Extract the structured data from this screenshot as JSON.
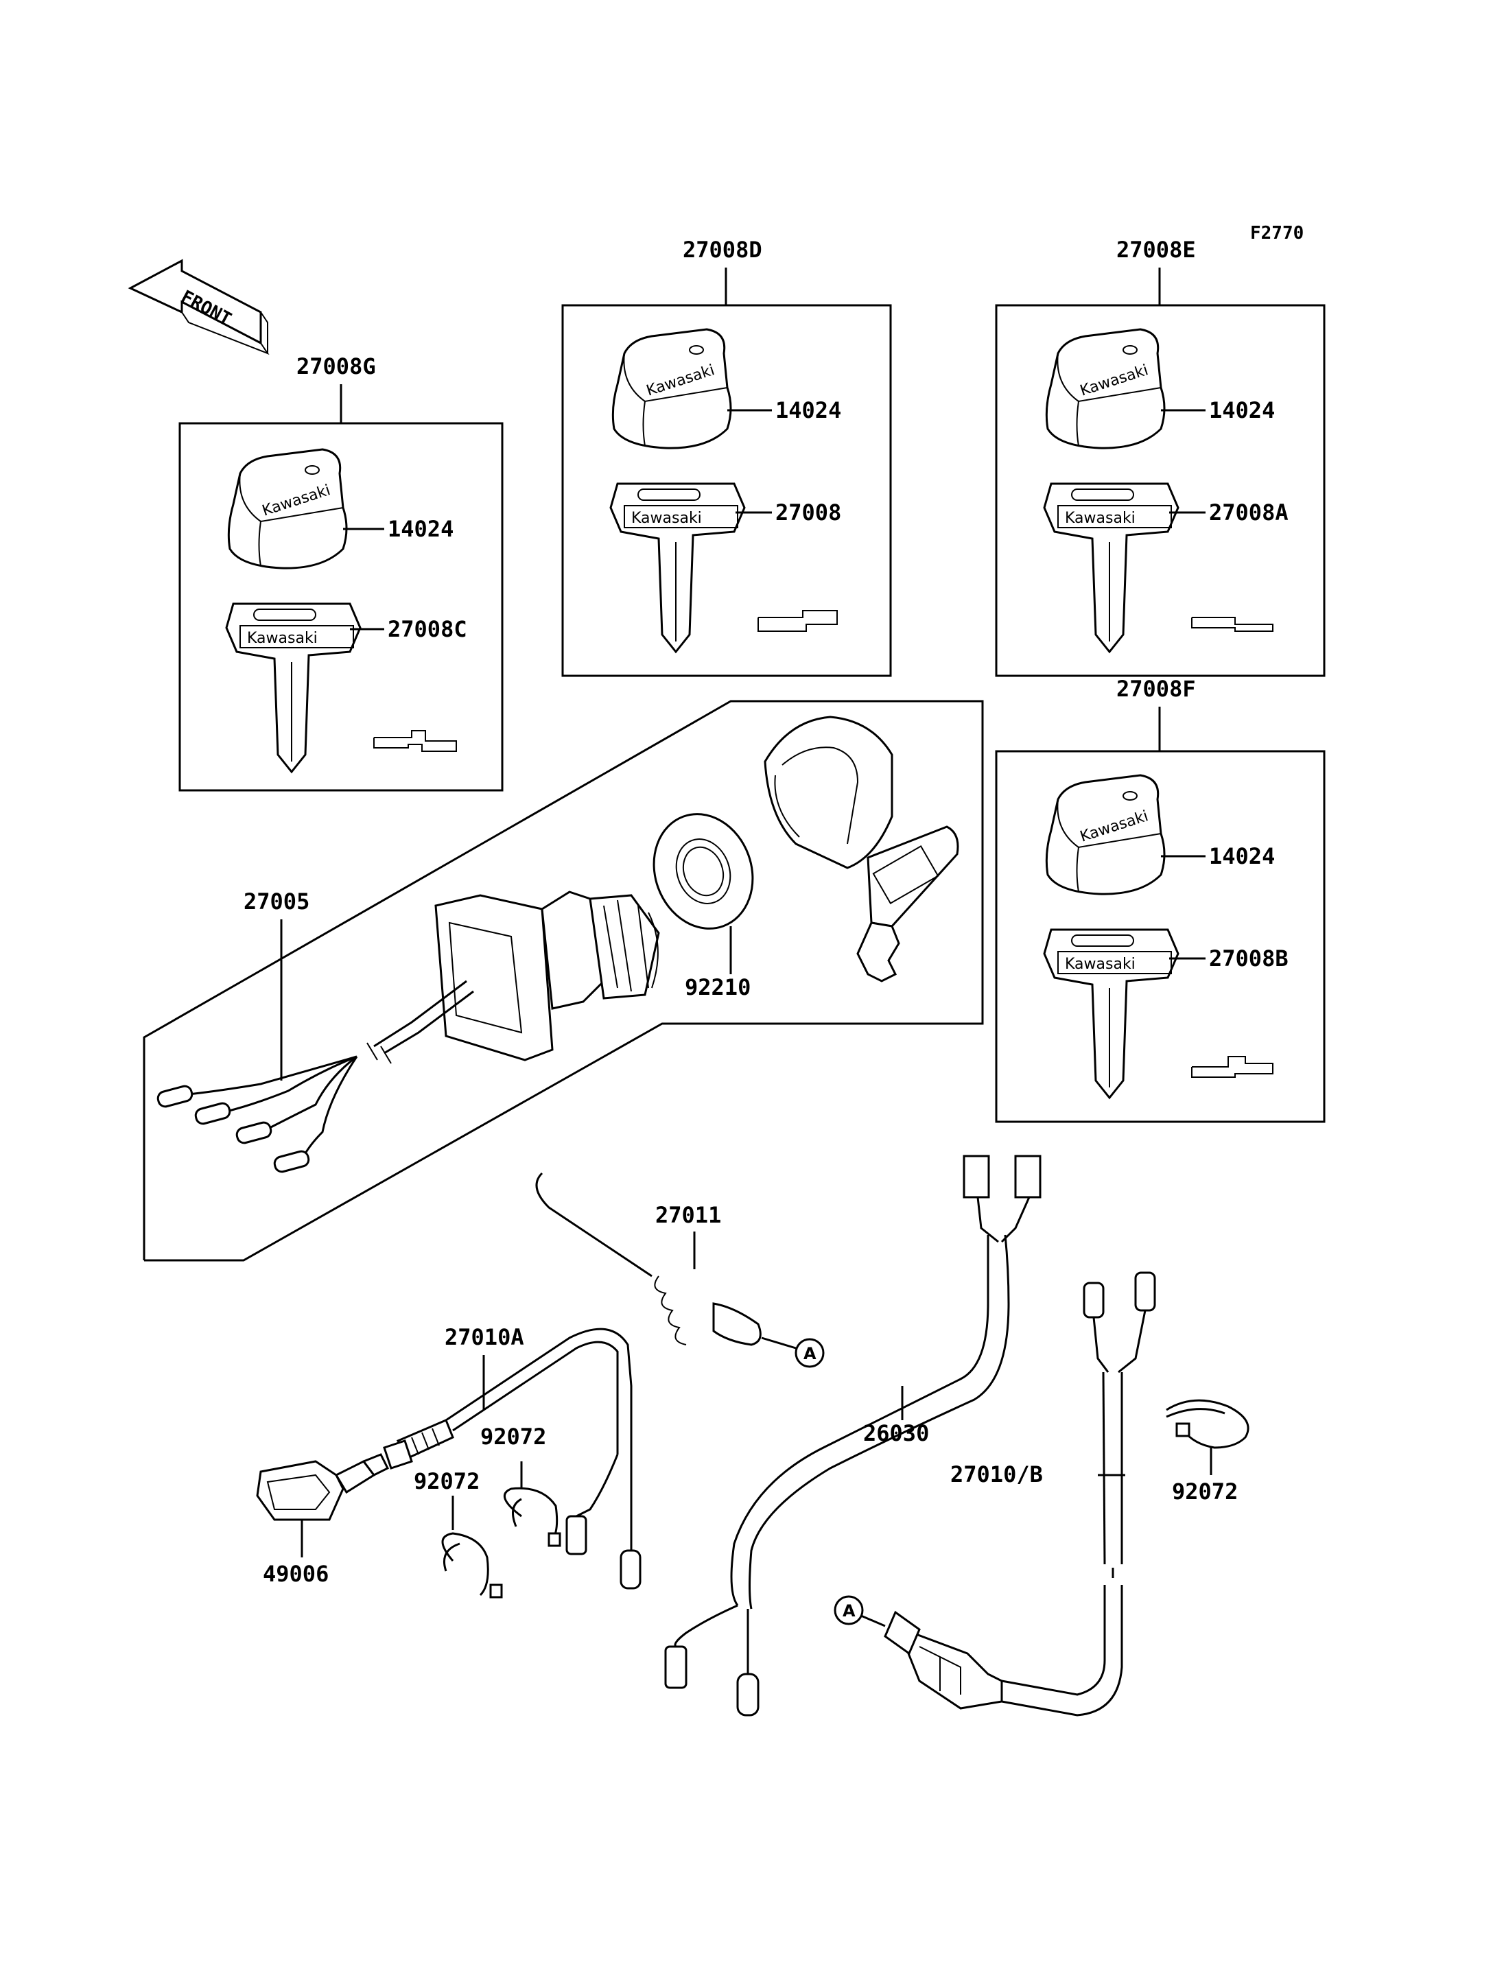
{
  "figure_code": "F2770",
  "front_arrow": "FRONT",
  "brand_text": "Kawasaki",
  "callout_letter": "A",
  "labels": {
    "k27008G": "27008G",
    "k27008D": "27008D",
    "k27008E": "27008E",
    "k27008F": "27008F",
    "k14024": "14024",
    "k27008": "27008",
    "k27008A": "27008A",
    "k27008B": "27008B",
    "k27008C": "27008C",
    "k27005": "27005",
    "k92210": "92210",
    "k27011": "27011",
    "k27010A": "27010A",
    "k26030": "26030",
    "k27010B": "27010/B",
    "k92072": "92072",
    "k49006": "49006"
  }
}
